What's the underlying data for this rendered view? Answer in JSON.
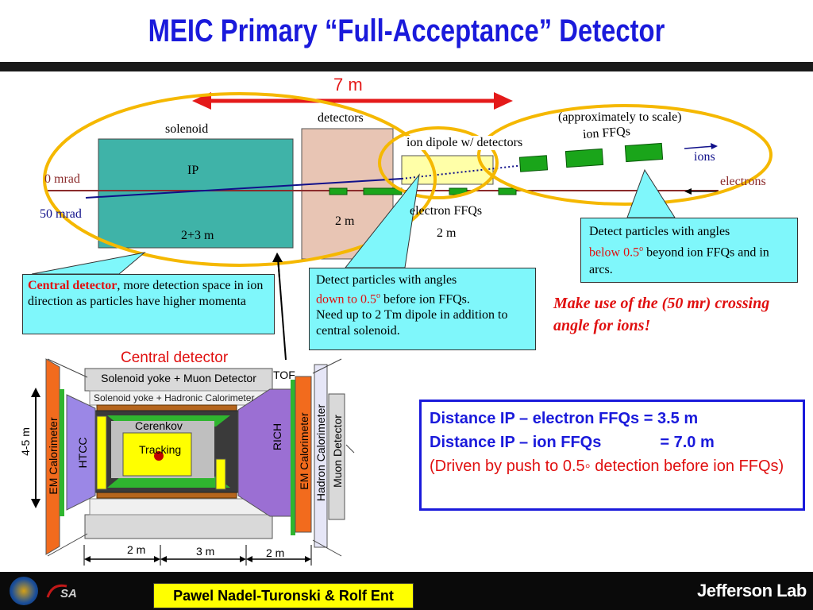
{
  "title": "MEIC Primary “Full-Acceptance” Detector",
  "top_diagram": {
    "length_label": "7 m",
    "solenoid_label": "solenoid",
    "ip_label": "IP",
    "solenoid_length": "2+3 m",
    "detectors_label": "detectors",
    "detectors_length": "2 m",
    "ion_dipole_label": "ion dipole w/ detectors",
    "scale_note": "(approximately to scale)",
    "ion_ffqs_label": "ion FFQs",
    "ions_label": "ions",
    "electrons_label": "electrons",
    "electron_ffqs_label": "electron FFQs",
    "electron_ffqs_length": "2 m",
    "zero_mrad": "0 mrad",
    "fifty_mrad": "50 mrad"
  },
  "callouts": {
    "central": {
      "bold": "Central detector",
      "rest": ", more detection space in ion direction as particles have higher momenta"
    },
    "dipole": {
      "line1": "Detect particles with angles",
      "red": "down to 0.5",
      "sup": "o",
      "after": " before ion FFQs.",
      "line3": "Need up to 2 Tm dipole in addition to central solenoid."
    },
    "ffq": {
      "line1": "Detect particles with angles",
      "red": "below 0.5",
      "sup": "o",
      "after": " beyond ion FFQs and in arcs."
    }
  },
  "crossing_note": "Make use of the (50 mr) crossing angle for ions!",
  "central_detector": {
    "heading": "Central detector",
    "yoke_muon": "Solenoid yoke + Muon Detector",
    "tof": "TOF",
    "yoke_hadronic": "Solenoid yoke + Hadronic Calorimeter",
    "cerenkov": "Cerenkov",
    "tracking": "Tracking",
    "em_cal_left": "EM Calorimeter",
    "htcc": "HTCC",
    "rich": "RICH",
    "em_cal_right": "EM Calorimeter",
    "hadron_cal": "Hadron Calorimeter",
    "muon_det": "Muon Detector",
    "height_label": "4-5 m",
    "dim_left": "2 m",
    "dim_mid": "3 m",
    "dim_right": "2 m"
  },
  "distances": {
    "line1": "Distance IP – electron FFQs = 3.5 m",
    "line2a": "Distance IP – ion FFQs",
    "line2b": "= 7.0 m",
    "line3": "(Driven by push to 0.5◦ detection before ion FFQs)"
  },
  "footer": {
    "credit": "Pawel Nadel-Turonski & Rolf Ent",
    "lab_logo": "Jefferson Lab"
  },
  "colors": {
    "title_blue": "#1a1adb",
    "cyan_box": "#7ff7fb",
    "highlight_red": "#e01010",
    "ellipse_yellow": "#f5b800",
    "magnet_green": "#1aa51a"
  }
}
